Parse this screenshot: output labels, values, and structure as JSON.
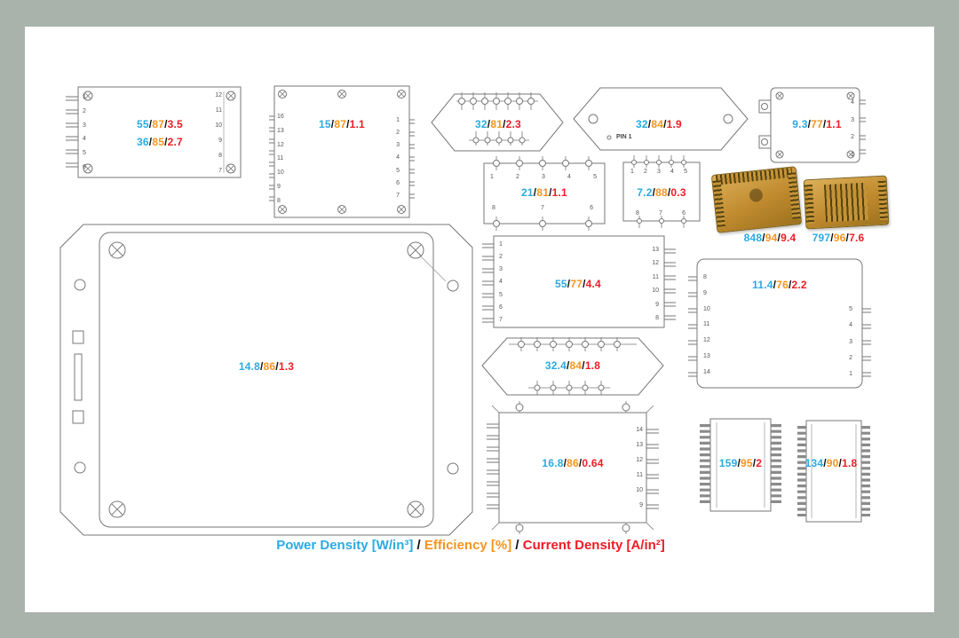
{
  "colors": {
    "frame_bg": "#a9b2ab",
    "canvas_bg": "#ffffff",
    "power": "#29abe2",
    "efficiency": "#f7941e",
    "current": "#ee1c25",
    "slash": "#111111",
    "pinnum": "#555555"
  },
  "sep": "/",
  "legend": {
    "power": "Power Density [W/in³]",
    "sep": " / ",
    "efficiency": "Efficiency [%]",
    "current": "Current Density [A/in²]"
  },
  "modules": {
    "m1": {
      "p": "55",
      "e": "87",
      "c": "3.5",
      "p2": "36",
      "e2": "85",
      "c2": "2.7",
      "left_pins": [
        "1",
        "2",
        "3",
        "4",
        "5",
        "6"
      ],
      "right_pins": [
        "12",
        "11",
        "10",
        "9",
        "8",
        "7"
      ]
    },
    "m2": {
      "p": "15",
      "e": "87",
      "c": "1.1",
      "left_pins": [
        "16",
        "13",
        "12",
        "11",
        "10",
        "9",
        "8"
      ],
      "right_pins": [
        "1",
        "2",
        "3",
        "4",
        "5",
        "6",
        "7"
      ]
    },
    "m3": {
      "p": "32",
      "e": "81",
      "c": "2.3"
    },
    "m4": {
      "p": "32",
      "e": "84",
      "c": "1.9",
      "pin1": "PIN 1"
    },
    "m5": {
      "p": "9.3",
      "e": "77",
      "c": "1.1",
      "right_pins": [
        "4",
        "3",
        "2",
        "1"
      ]
    },
    "m6": {
      "p": "21",
      "e": "81",
      "c": "1.1",
      "top_pins": [
        "1",
        "2",
        "3",
        "4",
        "5"
      ],
      "bottom_pins": [
        "8",
        "7",
        "6"
      ]
    },
    "m7": {
      "p": "7.2",
      "e": "88",
      "c": "0.3",
      "top_pins": [
        "1",
        "2",
        "3",
        "4",
        "5"
      ],
      "bottom_pins": [
        "8",
        "7",
        "6"
      ]
    },
    "m8": {
      "p": "848",
      "e": "94",
      "c": "9.4"
    },
    "m9": {
      "p": "797",
      "e": "96",
      "c": "7.6"
    },
    "m10": {
      "p": "14.8",
      "e": "86",
      "c": "1.3"
    },
    "m11": {
      "p": "55",
      "e": "77",
      "c": "4.4",
      "left_pins": [
        "1",
        "2",
        "3",
        "4",
        "5",
        "6",
        "7"
      ],
      "right_pins": [
        "13",
        "12",
        "11",
        "10",
        "9",
        "8"
      ]
    },
    "m12": {
      "p": "32.4",
      "e": "84",
      "c": "1.8"
    },
    "m13": {
      "p": "11.4",
      "e": "76",
      "c": "2.2",
      "left_pins": [
        "8",
        "9",
        "10",
        "11",
        "12",
        "13",
        "14"
      ],
      "right_pins": [
        "5",
        "4",
        "3",
        "2",
        "1"
      ]
    },
    "m14": {
      "p": "16.8",
      "e": "86",
      "c": "0.64",
      "right_pins": [
        "14",
        "13",
        "12",
        "11",
        "10",
        "9"
      ]
    },
    "m15": {
      "p": "159",
      "e": "95",
      "c": "2"
    },
    "m16": {
      "p": "134",
      "e": "90",
      "c": "1.8"
    }
  }
}
